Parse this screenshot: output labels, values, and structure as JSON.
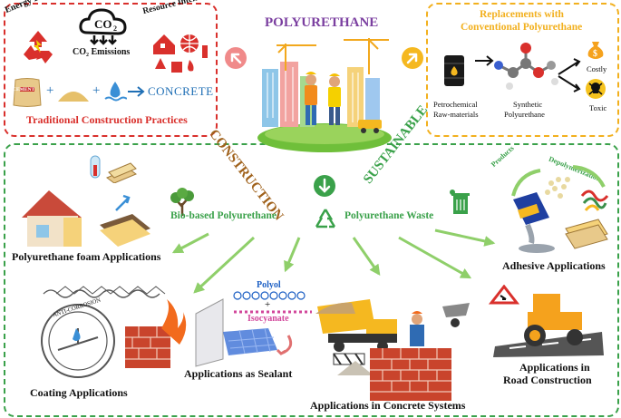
{
  "traditional": {
    "energy_depletion": "Energy Depletion",
    "co2_icon_text": "CO",
    "co2_icon_sub": "2",
    "co2_emissions": "CO₂ Emissions",
    "resource_intensive": "Resource Intensive",
    "cement_bag": "CEMENT",
    "plus1": "+",
    "plus2": "+",
    "concrete": "CONCRETE",
    "title": "Traditional Construction Practices"
  },
  "center": {
    "polyurethane": "POLYURETHANE",
    "construction": "CONSTRUCTION",
    "sustainable": "SUSTAINABLE"
  },
  "replacements": {
    "title_line1": "Replacements with",
    "title_line2": "Conventional Polyurethane",
    "petro_line1": "Petrochemical",
    "petro_line2": "Raw-materials",
    "synth_line1": "Synthetic",
    "synth_line2": "Polyurethane",
    "costly": "Costly",
    "toxic": "Toxic"
  },
  "middle": {
    "bio_based": "Bio-based Polyurethane",
    "waste": "Polyurethane Waste"
  },
  "applications": {
    "foam": "Polyurethane foam Applications",
    "coating": "Coating Applications",
    "anti_corrosion": "ANTI-CORROSION",
    "polyol": "Polyol",
    "plus": "+",
    "isocyanate": "Isocyanate",
    "sealant": "Applications as Sealant",
    "concrete": "Applications in Concrete Systems",
    "road_line1": "Applications in",
    "road_line2": "Road Construction",
    "adhesive": "Adhesive Applications",
    "products": "Products",
    "depolymerization": "Depolymerization"
  },
  "colors": {
    "red": "#d9302c",
    "yellow": "#f2b01e",
    "green": "#3aa14a",
    "purple": "#7b3fa0",
    "brown": "#a0621c",
    "blue": "#1c5fc4",
    "pink": "#d2479b"
  }
}
